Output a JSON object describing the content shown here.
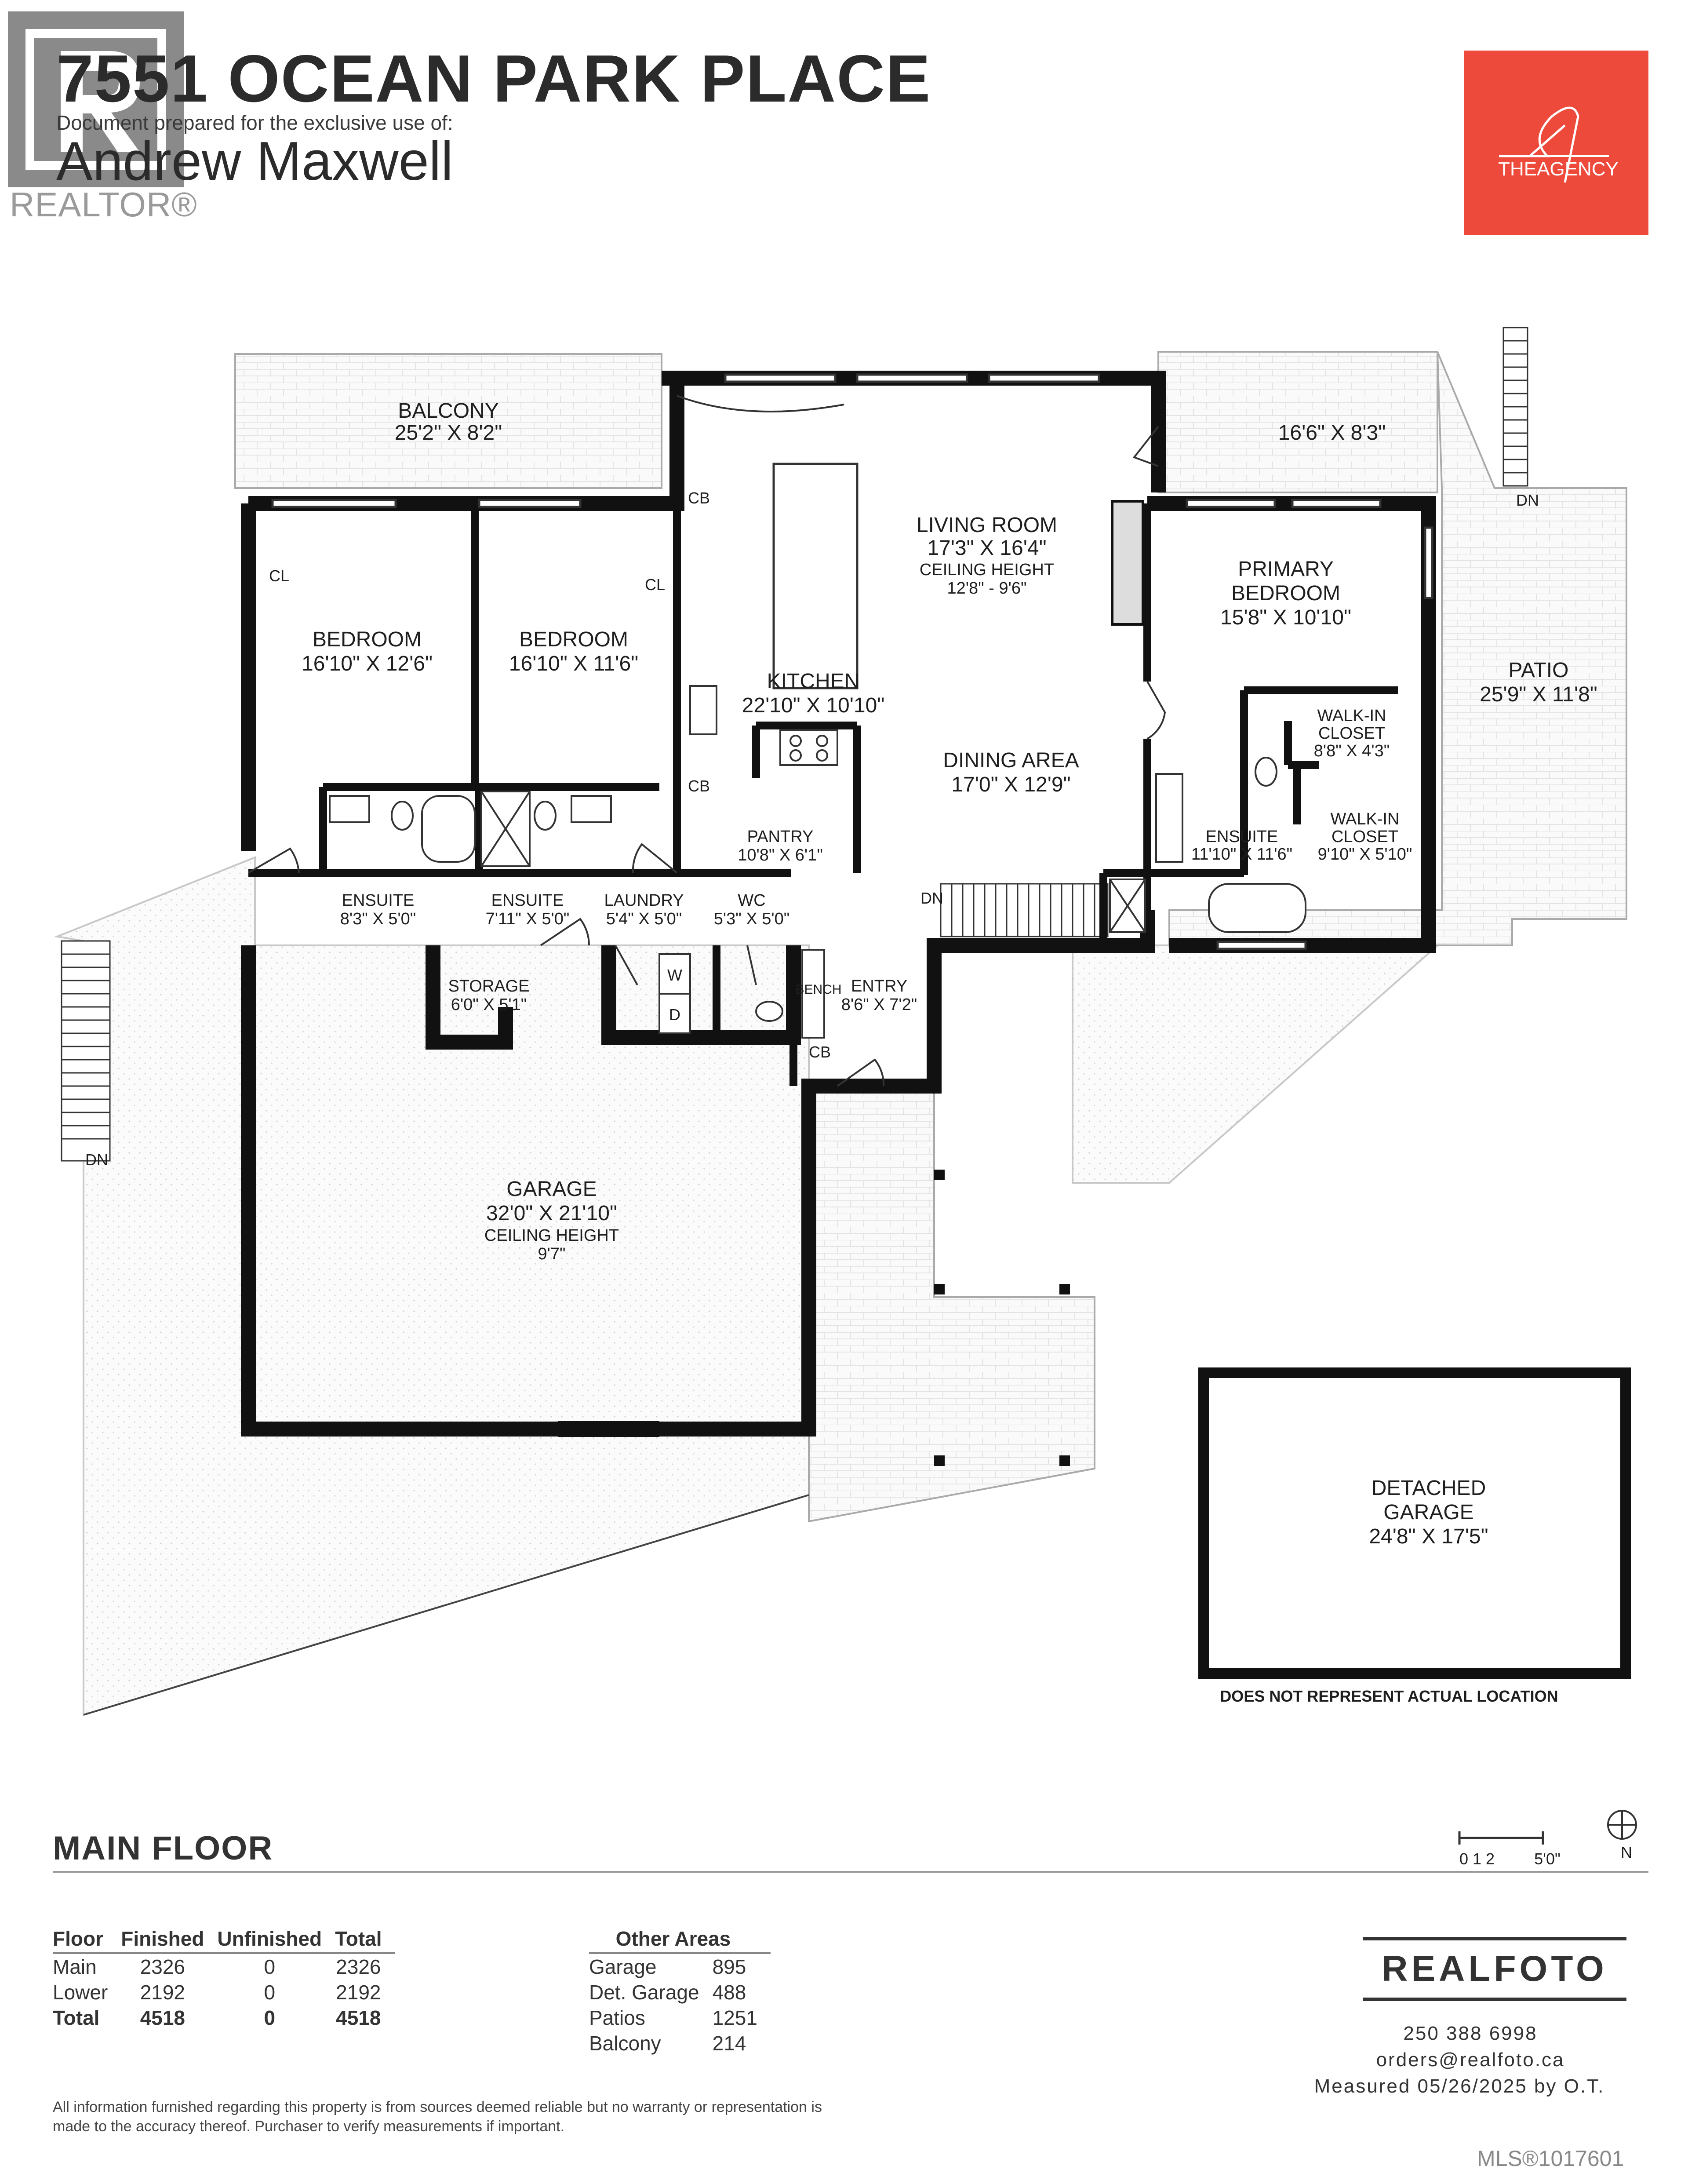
{
  "header": {
    "title": "7551 OCEAN PARK PLACE",
    "prepared_for": "Document prepared for the exclusive use of:",
    "client_name": "Andrew Maxwell",
    "realtor_word": "REALTOR®"
  },
  "agency": {
    "name": "THEAGENCY",
    "color": "#ee4a3c"
  },
  "rooms": {
    "balcony": {
      "name": "BALCONY",
      "dims": "25'2\" X 8'2\""
    },
    "bedroom_1": {
      "name": "BEDROOM",
      "dims": "16'10\" X 12'6\""
    },
    "bedroom_2": {
      "name": "BEDROOM",
      "dims": "16'10\" X 11'6\""
    },
    "kitchen": {
      "name": "KITCHEN",
      "dims": "22'10\" X 10'10\""
    },
    "living_room": {
      "name": "LIVING ROOM",
      "dims": "17'3\" X 16'4\"",
      "ceiling_label": "CEILING HEIGHT",
      "ceiling": "12'8\" - 9'6\""
    },
    "dining_area": {
      "name": "DINING AREA",
      "dims": "17'0\" X 12'9\""
    },
    "pantry": {
      "name": "PANTRY",
      "dims": "10'8\" X 6'1\""
    },
    "primary_bedroom": {
      "name_line1": "PRIMARY",
      "name_line2": "BEDROOM",
      "dims": "15'8\" X 10'10\""
    },
    "walk_in_closet_1": {
      "name_line1": "WALK-IN",
      "name_line2": "CLOSET",
      "dims": "8'8\" X 4'3\""
    },
    "walk_in_closet_2": {
      "name_line1": "WALK-IN",
      "name_line2": "CLOSET",
      "dims": "9'10\" X 5'10\""
    },
    "ensuite_primary": {
      "name": "ENSUITE",
      "dims": "11'10\" X 11'6\""
    },
    "upper_deck": {
      "dims": "16'6\" X 8'3\""
    },
    "patio": {
      "name": "PATIO",
      "dims": "25'9\" X 11'8\""
    },
    "ensuite_1": {
      "name": "ENSUITE",
      "dims": "8'3\" X 5'0\""
    },
    "ensuite_2": {
      "name": "ENSUITE",
      "dims": "7'11\" X 5'0\""
    },
    "laundry": {
      "name": "LAUNDRY",
      "dims": "5'4\" X 5'0\""
    },
    "wc": {
      "name": "WC",
      "dims": "5'3\" X 5'0\""
    },
    "entry": {
      "name": "ENTRY",
      "dims": "8'6\" X 7'2\""
    },
    "storage": {
      "name": "STORAGE",
      "dims": "6'0\" X 5'1\""
    },
    "garage": {
      "name": "GARAGE",
      "dims": "32'0\" X 21'10\"",
      "ceiling_label": "CEILING HEIGHT",
      "ceiling": "9'7\""
    },
    "detached_garage": {
      "name_line1": "DETACHED",
      "name_line2": "GARAGE",
      "dims": "24'8\" X 17'5\""
    }
  },
  "fixtures": {
    "closet": "CL",
    "cabinet": "CB",
    "down": "DN",
    "bench": "BENCH",
    "washer": "W",
    "dryer": "D"
  },
  "location_note": "DOES NOT REPRESENT ACTUAL LOCATION",
  "scale": {
    "marks": "0 1 2",
    "end": "5'0\"",
    "north": "N"
  },
  "floor_label": "MAIN FLOOR",
  "floor_table": {
    "headers": [
      "Floor",
      "Finished",
      "Unfinished",
      "Total"
    ],
    "rows": [
      [
        "Main",
        "2326",
        "0",
        "2326"
      ],
      [
        "Lower",
        "2192",
        "0",
        "2192"
      ],
      [
        "Total",
        "4518",
        "0",
        "4518"
      ]
    ]
  },
  "other_areas": {
    "header": "Other Areas",
    "rows": [
      [
        "Garage",
        "895"
      ],
      [
        "Det. Garage",
        "488"
      ],
      [
        "Patios",
        "1251"
      ],
      [
        "Balcony",
        "214"
      ]
    ]
  },
  "disclaimer": "All information furnished regarding this property is from sources deemed reliable but no warranty or representation is made to the accuracy thereof. Purchaser to verify measurements if important.",
  "company": {
    "name": "REALFOTO",
    "phone": "250 388 6998",
    "email": "orders@realfoto.ca",
    "measured": "Measured 05/26/2025 by O.T."
  },
  "mls": "MLS®1017601"
}
